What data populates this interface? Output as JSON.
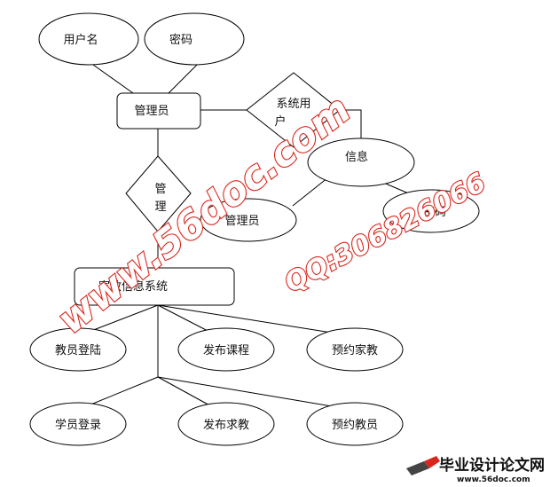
{
  "diagram": {
    "admin_user": {
      "entity": "管理员",
      "username": "用户名",
      "password": "密码"
    },
    "system_user": {
      "relation_line1": "系统用",
      "relation_line2": "户",
      "info": "信息",
      "mgmt_name": "管理员",
      "mgmt_password": "密码"
    },
    "manage": {
      "relation_line1": "管",
      "relation_line2": "理"
    },
    "system": {
      "entity": "家教信息系统",
      "functions": {
        "teacher_login": "教员登陆",
        "publish_course": "发布课程",
        "book_tutor": "预约家教",
        "student_login": "学员登录",
        "publish_request": "发布求教",
        "book_teacher": "预约教员"
      }
    }
  },
  "watermark": {
    "site": "www.56doc.com",
    "qq": "QQ:306826066"
  },
  "logo": {
    "title": "毕业设计论文网",
    "url": "www.56doc.com"
  },
  "colors": {
    "watermark": "#d9261c",
    "lines": "#000000"
  }
}
